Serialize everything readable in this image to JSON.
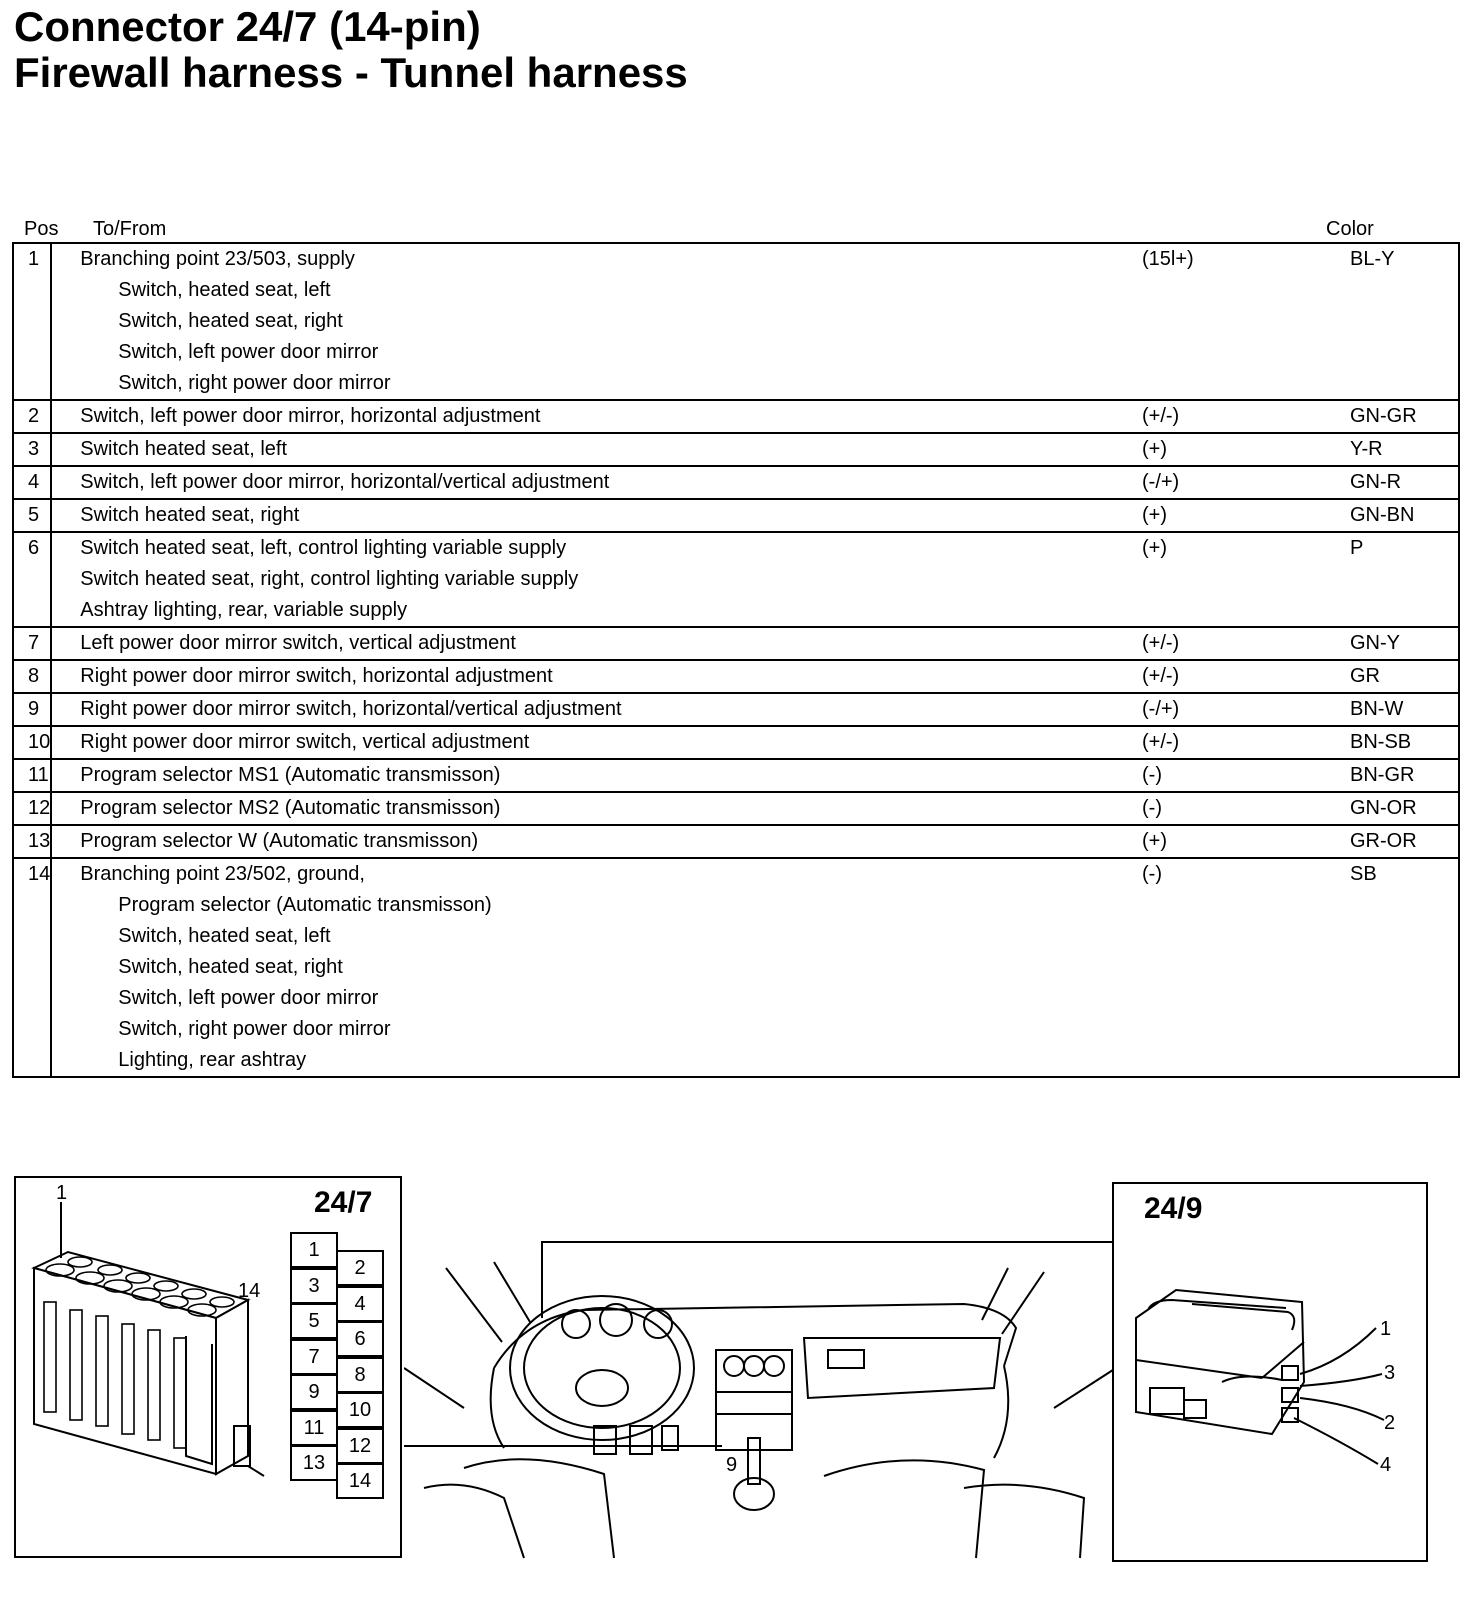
{
  "title": {
    "line1": "Connector 24/7 (14-pin)",
    "line2": "Firewall harness - Tunnel harness"
  },
  "table": {
    "headers": {
      "pos": "Pos",
      "to_from": "To/From",
      "color": "Color"
    },
    "rows": [
      {
        "pos": "1",
        "lines": [
          "Branching point 23/503, supply",
          "Switch, heated seat, left",
          "Switch, heated seat, right",
          "Switch, left power door mirror",
          "Switch, right power door mirror"
        ],
        "polarity": "(15l+)",
        "color": "BL-Y"
      },
      {
        "pos": "2",
        "lines": [
          "Switch, left power door mirror, horizontal adjustment"
        ],
        "polarity": "(+/-)",
        "color": "GN-GR"
      },
      {
        "pos": "3",
        "lines": [
          "Switch heated seat, left"
        ],
        "polarity": "(+)",
        "color": "Y-R"
      },
      {
        "pos": "4",
        "lines": [
          "Switch, left power door mirror, horizontal/vertical adjustment"
        ],
        "polarity": "(-/+)",
        "color": "GN-R"
      },
      {
        "pos": "5",
        "lines": [
          "Switch heated seat, right"
        ],
        "polarity": "(+)",
        "color": "GN-BN"
      },
      {
        "pos": "6",
        "lines": [
          "Switch heated seat, left, control lighting variable supply",
          "Switch heated seat, right, control lighting variable supply",
          "Ashtray lighting, rear, variable supply"
        ],
        "polarity": "(+)",
        "color": "P"
      },
      {
        "pos": "7",
        "lines": [
          "Left power door mirror switch, vertical adjustment"
        ],
        "polarity": "(+/-)",
        "color": "GN-Y"
      },
      {
        "pos": "8",
        "lines": [
          "Right power door mirror switch, horizontal adjustment"
        ],
        "polarity": "(+/-)",
        "color": "GR"
      },
      {
        "pos": "9",
        "lines": [
          "Right power door mirror switch, horizontal/vertical adjustment"
        ],
        "polarity": "(-/+)",
        "color": "BN-W"
      },
      {
        "pos": "10",
        "lines": [
          "Right power door mirror switch, vertical adjustment"
        ],
        "polarity": "(+/-)",
        "color": "BN-SB"
      },
      {
        "pos": "11",
        "lines": [
          "Program selector MS1 (Automatic transmisson)"
        ],
        "polarity": "(-)",
        "color": "BN-GR"
      },
      {
        "pos": "12",
        "lines": [
          "Program selector MS2 (Automatic transmisson)"
        ],
        "polarity": "(-)",
        "color": "GN-OR"
      },
      {
        "pos": "13",
        "lines": [
          "Program selector W (Automatic transmisson)"
        ],
        "polarity": "(+)",
        "color": "GR-OR"
      },
      {
        "pos": "14",
        "lines": [
          "Branching point 23/502, ground,",
          "Program selector (Automatic transmisson)",
          "Switch, heated seat, left",
          "Switch, heated seat, right",
          "Switch, left power door mirror",
          "Switch, right power door mirror",
          "Lighting, rear ashtray"
        ],
        "polarity": "(-)",
        "color": "SB"
      }
    ]
  },
  "figures": {
    "left": {
      "title": "24/7",
      "callout_pin1": "1",
      "callout_pin14": "14",
      "grid_left": [
        "1",
        "3",
        "5",
        "7",
        "9",
        "11",
        "13"
      ],
      "grid_right": [
        "2",
        "4",
        "6",
        "8",
        "10",
        "12",
        "14"
      ]
    },
    "right": {
      "title": "24/9",
      "callouts": [
        "1",
        "3",
        "2",
        "4"
      ]
    },
    "center": {
      "label": "9"
    }
  }
}
